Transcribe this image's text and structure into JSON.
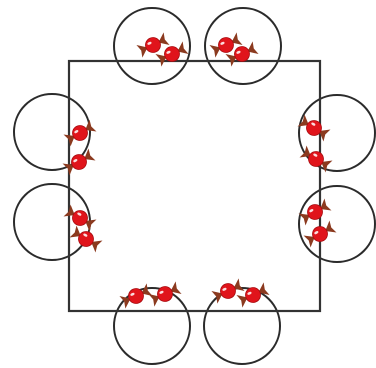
{
  "diagram": {
    "square": {
      "stroke": "#333333"
    },
    "circle_stroke": "#2b2b2b",
    "candy": {
      "body": "#e0141b",
      "wrapper": "#8b3a1f",
      "highlight": "#ffffff",
      "icon": "wrapped-candy-icon"
    },
    "groups": [
      {
        "side": "top",
        "position": "left",
        "candies": 2
      },
      {
        "side": "top",
        "position": "right",
        "candies": 2
      },
      {
        "side": "left",
        "position": "upper",
        "candies": 2
      },
      {
        "side": "left",
        "position": "lower",
        "candies": 2
      },
      {
        "side": "right",
        "position": "upper",
        "candies": 2
      },
      {
        "side": "right",
        "position": "lower",
        "candies": 2
      },
      {
        "side": "bottom",
        "position": "left",
        "candies": 2
      },
      {
        "side": "bottom",
        "position": "right",
        "candies": 2
      }
    ]
  }
}
